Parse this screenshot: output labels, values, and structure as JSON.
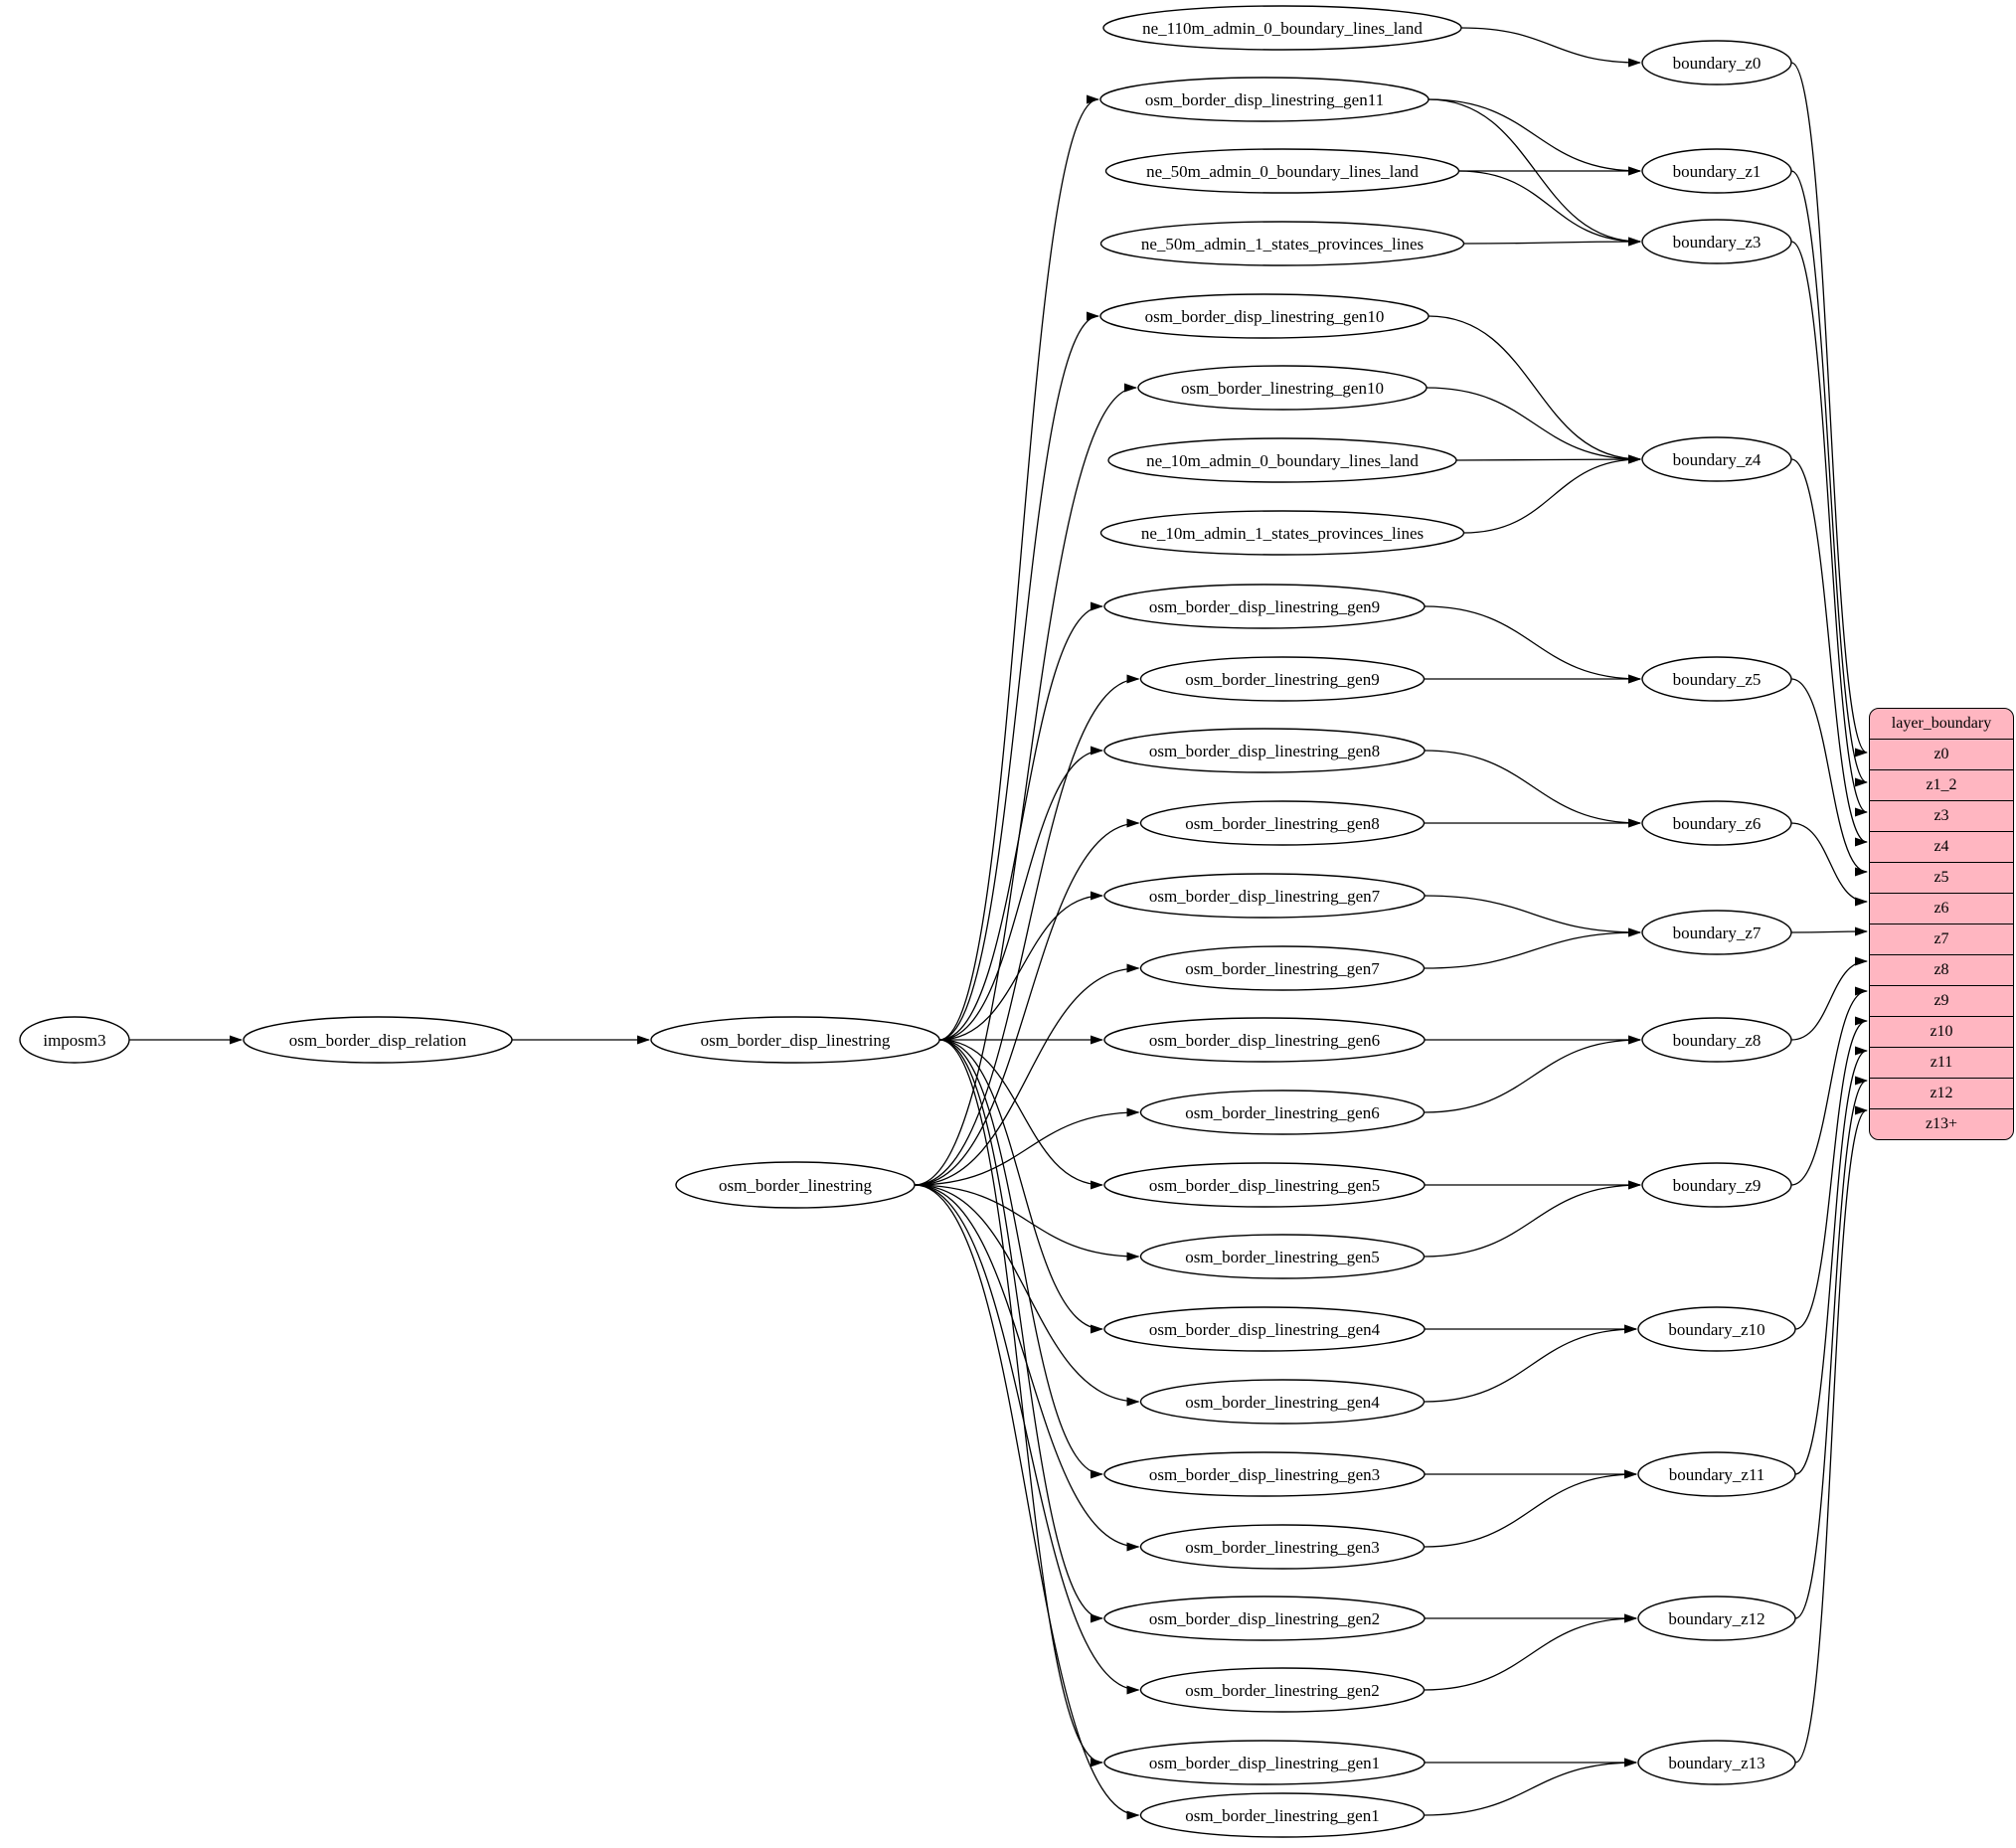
{
  "diagram": {
    "colors": {
      "background": "#ffffff",
      "node_fill": "#ffffff",
      "node_stroke": "#000000",
      "edge": "#000000",
      "table_fill": "#ffb6c1"
    },
    "nodes": [
      {
        "id": "imposm3",
        "label": "imposm3"
      },
      {
        "id": "osm_border_disp_relation",
        "label": "osm_border_disp_relation"
      },
      {
        "id": "osm_border_disp_linestring",
        "label": "osm_border_disp_linestring"
      },
      {
        "id": "osm_border_linestring",
        "label": "osm_border_linestring"
      },
      {
        "id": "ne_110m_admin_0_boundary_lines_land",
        "label": "ne_110m_admin_0_boundary_lines_land"
      },
      {
        "id": "osm_border_disp_linestring_gen11",
        "label": "osm_border_disp_linestring_gen11"
      },
      {
        "id": "ne_50m_admin_0_boundary_lines_land",
        "label": "ne_50m_admin_0_boundary_lines_land"
      },
      {
        "id": "ne_50m_admin_1_states_provinces_lines",
        "label": "ne_50m_admin_1_states_provinces_lines"
      },
      {
        "id": "osm_border_disp_linestring_gen10",
        "label": "osm_border_disp_linestring_gen10"
      },
      {
        "id": "osm_border_linestring_gen10",
        "label": "osm_border_linestring_gen10"
      },
      {
        "id": "ne_10m_admin_0_boundary_lines_land",
        "label": "ne_10m_admin_0_boundary_lines_land"
      },
      {
        "id": "ne_10m_admin_1_states_provinces_lines",
        "label": "ne_10m_admin_1_states_provinces_lines"
      },
      {
        "id": "osm_border_disp_linestring_gen9",
        "label": "osm_border_disp_linestring_gen9"
      },
      {
        "id": "osm_border_linestring_gen9",
        "label": "osm_border_linestring_gen9"
      },
      {
        "id": "osm_border_disp_linestring_gen8",
        "label": "osm_border_disp_linestring_gen8"
      },
      {
        "id": "osm_border_linestring_gen8",
        "label": "osm_border_linestring_gen8"
      },
      {
        "id": "osm_border_disp_linestring_gen7",
        "label": "osm_border_disp_linestring_gen7"
      },
      {
        "id": "osm_border_linestring_gen7",
        "label": "osm_border_linestring_gen7"
      },
      {
        "id": "osm_border_disp_linestring_gen6",
        "label": "osm_border_disp_linestring_gen6"
      },
      {
        "id": "osm_border_linestring_gen6",
        "label": "osm_border_linestring_gen6"
      },
      {
        "id": "osm_border_disp_linestring_gen5",
        "label": "osm_border_disp_linestring_gen5"
      },
      {
        "id": "osm_border_linestring_gen5",
        "label": "osm_border_linestring_gen5"
      },
      {
        "id": "osm_border_disp_linestring_gen4",
        "label": "osm_border_disp_linestring_gen4"
      },
      {
        "id": "osm_border_linestring_gen4",
        "label": "osm_border_linestring_gen4"
      },
      {
        "id": "osm_border_disp_linestring_gen3",
        "label": "osm_border_disp_linestring_gen3"
      },
      {
        "id": "osm_border_linestring_gen3",
        "label": "osm_border_linestring_gen3"
      },
      {
        "id": "osm_border_disp_linestring_gen2",
        "label": "osm_border_disp_linestring_gen2"
      },
      {
        "id": "osm_border_linestring_gen2",
        "label": "osm_border_linestring_gen2"
      },
      {
        "id": "osm_border_disp_linestring_gen1",
        "label": "osm_border_disp_linestring_gen1"
      },
      {
        "id": "osm_border_linestring_gen1",
        "label": "osm_border_linestring_gen1"
      },
      {
        "id": "boundary_z0",
        "label": "boundary_z0"
      },
      {
        "id": "boundary_z1",
        "label": "boundary_z1"
      },
      {
        "id": "boundary_z3",
        "label": "boundary_z3"
      },
      {
        "id": "boundary_z4",
        "label": "boundary_z4"
      },
      {
        "id": "boundary_z5",
        "label": "boundary_z5"
      },
      {
        "id": "boundary_z6",
        "label": "boundary_z6"
      },
      {
        "id": "boundary_z7",
        "label": "boundary_z7"
      },
      {
        "id": "boundary_z8",
        "label": "boundary_z8"
      },
      {
        "id": "boundary_z9",
        "label": "boundary_z9"
      },
      {
        "id": "boundary_z10",
        "label": "boundary_z10"
      },
      {
        "id": "boundary_z11",
        "label": "boundary_z11"
      },
      {
        "id": "boundary_z12",
        "label": "boundary_z12"
      },
      {
        "id": "boundary_z13",
        "label": "boundary_z13"
      }
    ],
    "edges": [
      [
        "imposm3",
        "osm_border_disp_relation"
      ],
      [
        "osm_border_disp_relation",
        "osm_border_disp_linestring"
      ],
      [
        "osm_border_disp_linestring",
        "osm_border_disp_linestring_gen11"
      ],
      [
        "osm_border_disp_linestring",
        "osm_border_disp_linestring_gen10"
      ],
      [
        "osm_border_disp_linestring",
        "osm_border_disp_linestring_gen9"
      ],
      [
        "osm_border_disp_linestring",
        "osm_border_disp_linestring_gen8"
      ],
      [
        "osm_border_disp_linestring",
        "osm_border_disp_linestring_gen7"
      ],
      [
        "osm_border_disp_linestring",
        "osm_border_disp_linestring_gen6"
      ],
      [
        "osm_border_disp_linestring",
        "osm_border_disp_linestring_gen5"
      ],
      [
        "osm_border_disp_linestring",
        "osm_border_disp_linestring_gen4"
      ],
      [
        "osm_border_disp_linestring",
        "osm_border_disp_linestring_gen3"
      ],
      [
        "osm_border_disp_linestring",
        "osm_border_disp_linestring_gen2"
      ],
      [
        "osm_border_disp_linestring",
        "osm_border_disp_linestring_gen1"
      ],
      [
        "osm_border_linestring",
        "osm_border_linestring_gen10"
      ],
      [
        "osm_border_linestring",
        "osm_border_linestring_gen9"
      ],
      [
        "osm_border_linestring",
        "osm_border_linestring_gen8"
      ],
      [
        "osm_border_linestring",
        "osm_border_linestring_gen7"
      ],
      [
        "osm_border_linestring",
        "osm_border_linestring_gen6"
      ],
      [
        "osm_border_linestring",
        "osm_border_linestring_gen5"
      ],
      [
        "osm_border_linestring",
        "osm_border_linestring_gen4"
      ],
      [
        "osm_border_linestring",
        "osm_border_linestring_gen3"
      ],
      [
        "osm_border_linestring",
        "osm_border_linestring_gen2"
      ],
      [
        "osm_border_linestring",
        "osm_border_linestring_gen1"
      ],
      [
        "ne_110m_admin_0_boundary_lines_land",
        "boundary_z0"
      ],
      [
        "osm_border_disp_linestring_gen11",
        "boundary_z1"
      ],
      [
        "osm_border_disp_linestring_gen11",
        "boundary_z3"
      ],
      [
        "ne_50m_admin_0_boundary_lines_land",
        "boundary_z1"
      ],
      [
        "ne_50m_admin_0_boundary_lines_land",
        "boundary_z3"
      ],
      [
        "ne_50m_admin_1_states_provinces_lines",
        "boundary_z3"
      ],
      [
        "osm_border_disp_linestring_gen10",
        "boundary_z4"
      ],
      [
        "osm_border_linestring_gen10",
        "boundary_z4"
      ],
      [
        "ne_10m_admin_0_boundary_lines_land",
        "boundary_z4"
      ],
      [
        "ne_10m_admin_1_states_provinces_lines",
        "boundary_z4"
      ],
      [
        "osm_border_disp_linestring_gen9",
        "boundary_z5"
      ],
      [
        "osm_border_linestring_gen9",
        "boundary_z5"
      ],
      [
        "osm_border_disp_linestring_gen8",
        "boundary_z6"
      ],
      [
        "osm_border_linestring_gen8",
        "boundary_z6"
      ],
      [
        "osm_border_disp_linestring_gen7",
        "boundary_z7"
      ],
      [
        "osm_border_linestring_gen7",
        "boundary_z7"
      ],
      [
        "osm_border_disp_linestring_gen6",
        "boundary_z8"
      ],
      [
        "osm_border_linestring_gen6",
        "boundary_z8"
      ],
      [
        "osm_border_disp_linestring_gen5",
        "boundary_z9"
      ],
      [
        "osm_border_linestring_gen5",
        "boundary_z9"
      ],
      [
        "osm_border_disp_linestring_gen4",
        "boundary_z10"
      ],
      [
        "osm_border_linestring_gen4",
        "boundary_z10"
      ],
      [
        "osm_border_disp_linestring_gen3",
        "boundary_z11"
      ],
      [
        "osm_border_linestring_gen3",
        "boundary_z11"
      ],
      [
        "osm_border_disp_linestring_gen2",
        "boundary_z12"
      ],
      [
        "osm_border_linestring_gen2",
        "boundary_z12"
      ],
      [
        "osm_border_disp_linestring_gen1",
        "boundary_z13"
      ],
      [
        "osm_border_linestring_gen1",
        "boundary_z13"
      ],
      [
        "boundary_z0",
        "row:z0"
      ],
      [
        "boundary_z1",
        "row:z1_2"
      ],
      [
        "boundary_z3",
        "row:z3"
      ],
      [
        "boundary_z4",
        "row:z4"
      ],
      [
        "boundary_z5",
        "row:z5"
      ],
      [
        "boundary_z6",
        "row:z6"
      ],
      [
        "boundary_z7",
        "row:z7"
      ],
      [
        "boundary_z8",
        "row:z8"
      ],
      [
        "boundary_z9",
        "row:z9"
      ],
      [
        "boundary_z10",
        "row:z10"
      ],
      [
        "boundary_z11",
        "row:z11"
      ],
      [
        "boundary_z12",
        "row:z12"
      ],
      [
        "boundary_z13",
        "row:z13+"
      ]
    ],
    "table": {
      "title": "layer_boundary",
      "rows": [
        "z0",
        "z1_2",
        "z3",
        "z4",
        "z5",
        "z6",
        "z7",
        "z8",
        "z9",
        "z10",
        "z11",
        "z12",
        "z13+"
      ]
    }
  }
}
